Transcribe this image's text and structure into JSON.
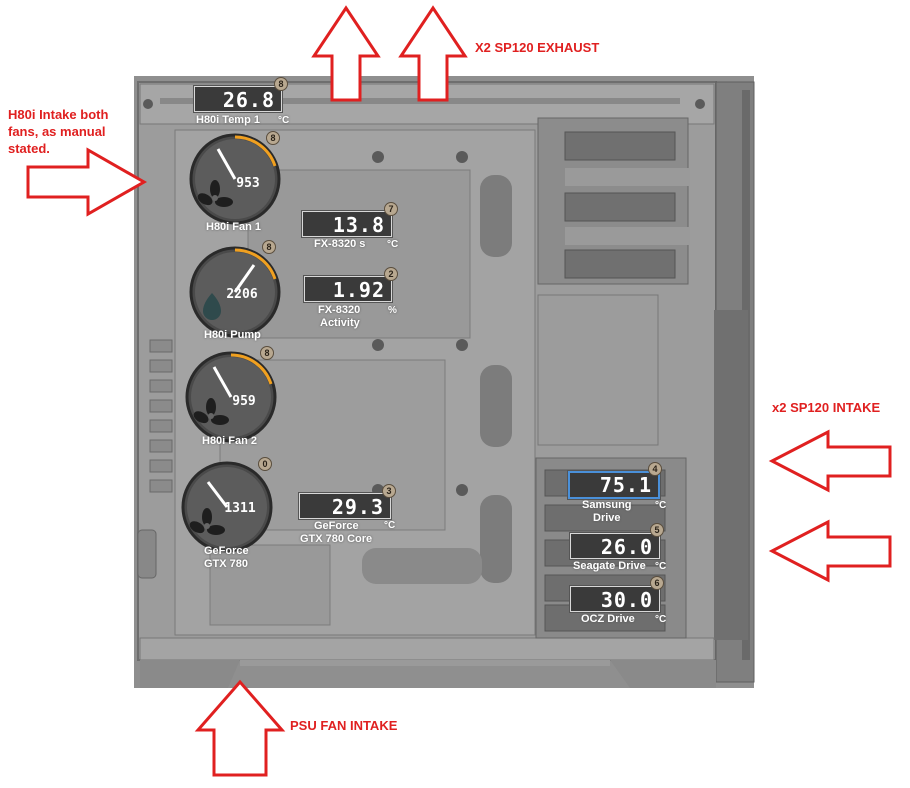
{
  "annotations": {
    "exhaust": "X2 SP120 EXHAUST",
    "h80i_intake": [
      "H80i Intake both",
      "fans, as manual",
      "stated."
    ],
    "front_intake": "x2 SP120 INTAKE",
    "psu_intake": "PSU FAN INTAKE"
  },
  "displays": [
    {
      "value": "26.8",
      "label": "H80i Temp 1",
      "unit": "°C",
      "badge": "8"
    },
    {
      "value": "13.8",
      "label": "FX-8320 s",
      "unit": "°C",
      "badge": "7"
    },
    {
      "value": "1.92",
      "label": "FX-8320 Activity",
      "label_lines": [
        "FX-8320",
        "Activity"
      ],
      "unit": "%",
      "badge": "2"
    },
    {
      "value": "29.3",
      "label": "GeForce GTX 780 Core",
      "label_lines": [
        "GeForce",
        "GTX 780 Core"
      ],
      "unit": "°C",
      "badge": "3"
    },
    {
      "value": "75.1",
      "label": "Samsung Drive",
      "label_lines": [
        "Samsung",
        "Drive"
      ],
      "unit": "°C",
      "badge": "4"
    },
    {
      "value": "26.0",
      "label": "Seagate Drive",
      "unit": "°C",
      "badge": "5"
    },
    {
      "value": "30.0",
      "label": "OCZ Drive",
      "unit": "°C",
      "badge": "6"
    }
  ],
  "gauges": [
    {
      "value": "953",
      "label_lines": [
        "H80i Fan 1"
      ],
      "badge": "8",
      "icon": "fan-icon"
    },
    {
      "value": "2206",
      "label_lines": [
        "H80i Pump"
      ],
      "badge": "8",
      "icon": "water-drop-icon"
    },
    {
      "value": "959",
      "label_lines": [
        "H80i Fan 2"
      ],
      "badge": "8",
      "icon": "fan-icon"
    },
    {
      "value": "1311",
      "label_lines": [
        "GeForce",
        "GTX 780"
      ],
      "badge": "0",
      "icon": "fan-icon"
    }
  ],
  "colors": {
    "annotation": "#e02020",
    "gauge_arc": "#f0a020",
    "selected": "#4a90d9"
  }
}
